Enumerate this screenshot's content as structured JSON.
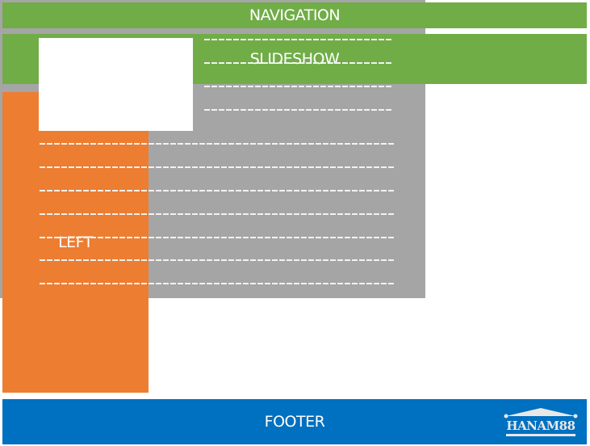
{
  "navigation": {
    "label": "NAVIGATION"
  },
  "slideshow": {
    "label": "SLIDESHOW"
  },
  "left": {
    "label": "LEFT"
  },
  "content": {
    "image_placeholder": "",
    "side_lines": 4,
    "body_lines": 7
  },
  "footer": {
    "label": "FOOTER",
    "logo_text": "HANAM88"
  },
  "colors": {
    "green": "#70ad47",
    "orange": "#ed7d31",
    "gray": "#a5a5a5",
    "blue": "#0070c0"
  }
}
